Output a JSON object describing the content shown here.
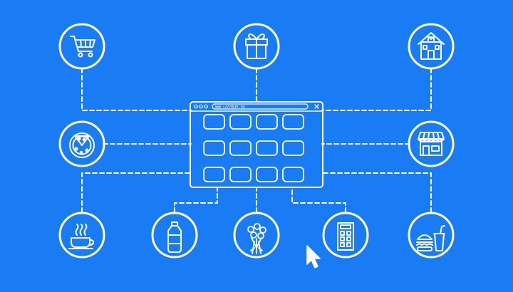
{
  "colors": {
    "background": "#1a7cf5",
    "stroke": "#ffffff"
  },
  "browser_window": {
    "address_text": "WWW.LAZYMART.RU",
    "tiles": {
      "rows": 3,
      "columns": 4
    }
  },
  "nodes": [
    {
      "id": "cart",
      "icon": "shopping-cart-icon"
    },
    {
      "id": "gift",
      "icon": "gift-box-icon"
    },
    {
      "id": "house",
      "icon": "house-icon"
    },
    {
      "id": "pizza",
      "icon": "pizza-icon"
    },
    {
      "id": "store",
      "icon": "storefront-icon"
    },
    {
      "id": "coffee",
      "icon": "coffee-cup-icon"
    },
    {
      "id": "water",
      "icon": "water-bottle-icon"
    },
    {
      "id": "flowers",
      "icon": "flower-bouquet-icon"
    },
    {
      "id": "building",
      "icon": "office-building-icon"
    },
    {
      "id": "fastfood",
      "icon": "burger-drink-icon"
    }
  ],
  "cursor": {
    "icon": "mouse-pointer-icon"
  }
}
